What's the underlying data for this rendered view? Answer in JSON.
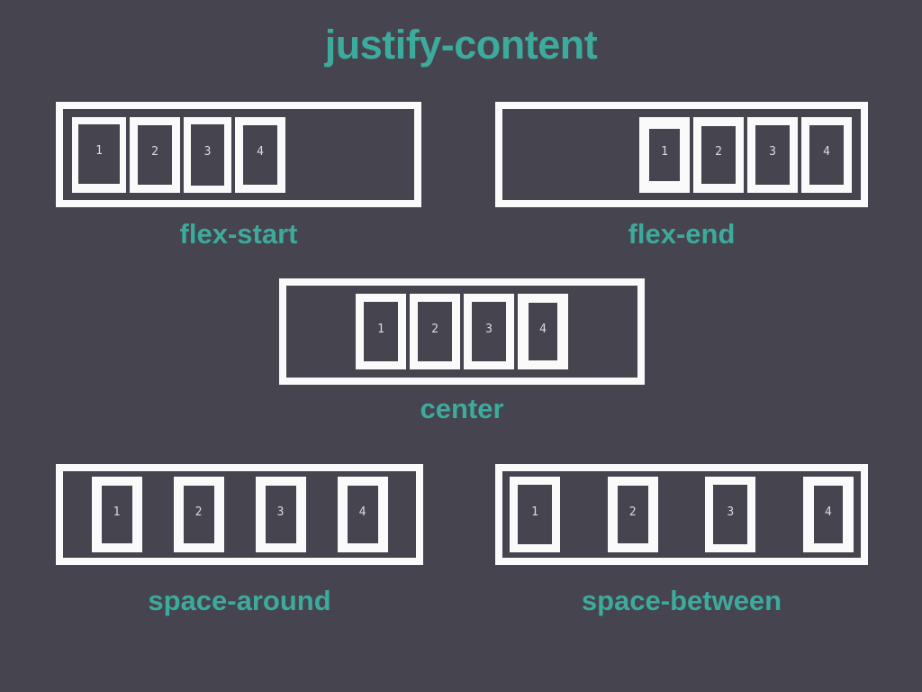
{
  "title": "justify-content",
  "colors": {
    "background": "#45444f",
    "accent": "#3cab9c",
    "frame": "#fafafa",
    "number": "#dadae0"
  },
  "sections": [
    {
      "label": "flex-start",
      "justify": "flex-start",
      "items": [
        "1",
        "2",
        "3",
        "4"
      ]
    },
    {
      "label": "flex-end",
      "justify": "flex-end",
      "items": [
        "1",
        "2",
        "3",
        "4"
      ]
    },
    {
      "label": "center",
      "justify": "center",
      "items": [
        "1",
        "2",
        "3",
        "4"
      ]
    },
    {
      "label": "space-around",
      "justify": "space-around",
      "items": [
        "1",
        "2",
        "3",
        "4"
      ]
    },
    {
      "label": "space-between",
      "justify": "space-between",
      "items": [
        "1",
        "2",
        "3",
        "4"
      ]
    }
  ]
}
